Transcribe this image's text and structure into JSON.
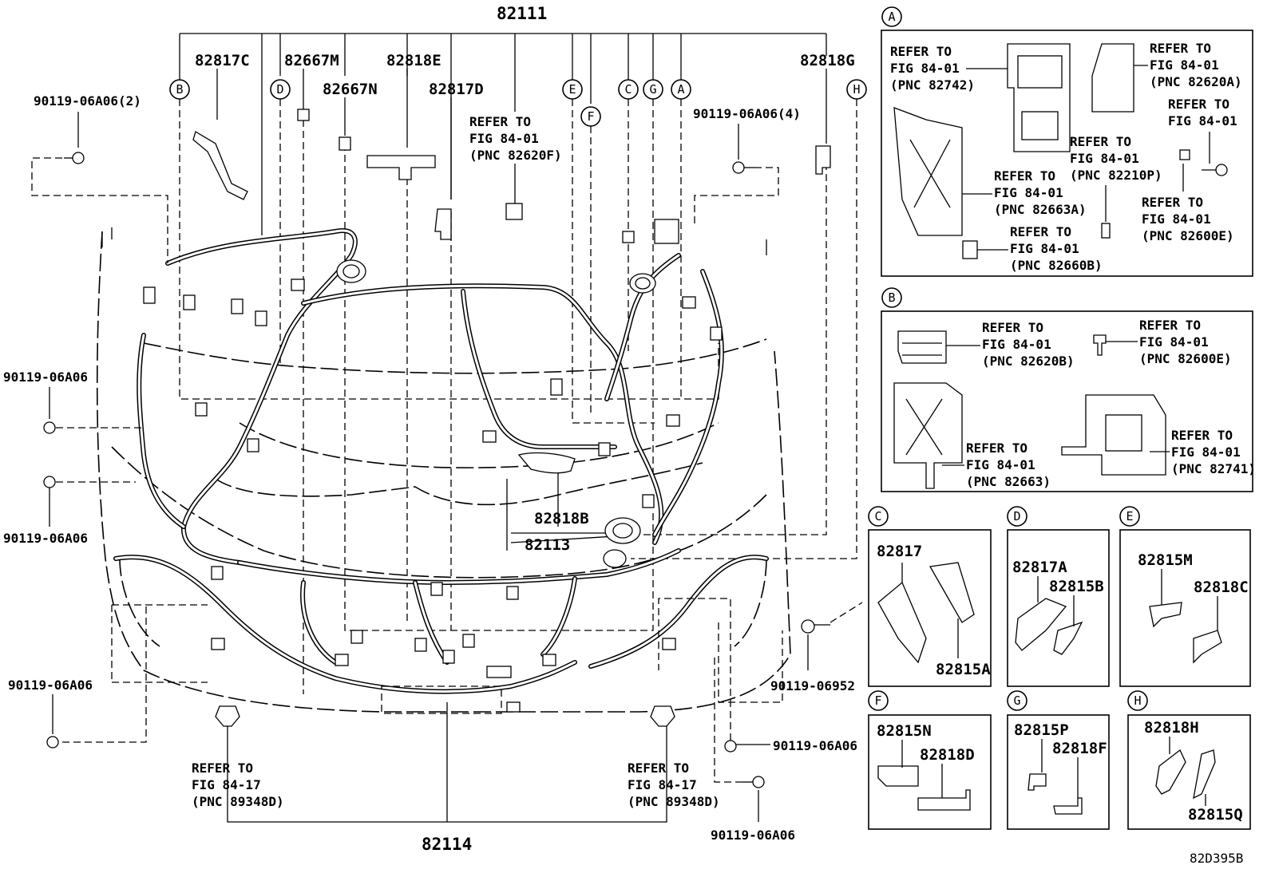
{
  "main": {
    "parts": {
      "p82111": "82111",
      "p82817C": "82817C",
      "p82667M": "82667M",
      "p82818E": "82818E",
      "p82667N": "82667N",
      "p82817D": "82817D",
      "p82818G": "82818G",
      "p82818B": "82818B",
      "p82113": "82113",
      "p82114": "82114"
    },
    "bolts": {
      "b1": "90119-06A06(2)",
      "b2": "90119-06A06(4)",
      "b3": "90119-06A06",
      "b4": "90119-06A06",
      "b5": "90119-06A06",
      "b6": "90119-06952",
      "b7": "90119-06A06",
      "b8": "90119-06A06"
    },
    "callouts": [
      "B",
      "D",
      "E",
      "F",
      "C",
      "G",
      "A",
      "H"
    ],
    "refs": {
      "center": [
        "REFER TO",
        "FIG 84-01",
        "(PNC 82620F)"
      ],
      "left": [
        "REFER TO",
        "FIG 84-17",
        "(PNC 89348D)"
      ],
      "right": [
        "REFER TO",
        "FIG 84-17",
        "(PNC 89348D)"
      ]
    }
  },
  "panelA": {
    "letter": "A",
    "refs": [
      [
        "REFER TO",
        "FIG 84-01",
        "(PNC 82742)"
      ],
      [
        "REFER TO",
        "FIG 84-01",
        "(PNC 82620A)"
      ],
      [
        "REFER TO",
        "FIG 84-01"
      ],
      [
        "REFER TO",
        "FIG 84-01",
        "(PNC 82210P)"
      ],
      [
        "REFER TO",
        "FIG 84-01",
        "(PNC 82663A)"
      ],
      [
        "REFER TO",
        "FIG 84-01",
        "(PNC 82600E)"
      ],
      [
        "REFER TO",
        "FIG 84-01",
        "(PNC 82660B)"
      ]
    ]
  },
  "panelB": {
    "letter": "B",
    "refs": [
      [
        "REFER TO",
        "FIG 84-01",
        "(PNC 82620B)"
      ],
      [
        "REFER TO",
        "FIG 84-01",
        "(PNC 82600E)"
      ],
      [
        "REFER TO",
        "FIG 84-01",
        "(PNC 82663)"
      ],
      [
        "REFER TO",
        "FIG 84-01",
        "(PNC 82741)"
      ]
    ]
  },
  "panels": {
    "C": {
      "letter": "C",
      "a": "82817",
      "b": "82815A"
    },
    "D": {
      "letter": "D",
      "a": "82817A",
      "b": "82815B"
    },
    "E": {
      "letter": "E",
      "a": "82815M",
      "b": "82818C"
    },
    "F": {
      "letter": "F",
      "a": "82815N",
      "b": "82818D"
    },
    "G": {
      "letter": "G",
      "a": "82815P",
      "b": "82818F"
    },
    "H": {
      "letter": "H",
      "a": "82818H",
      "b": "82815Q"
    }
  },
  "footer": {
    "code": "82D395B"
  }
}
